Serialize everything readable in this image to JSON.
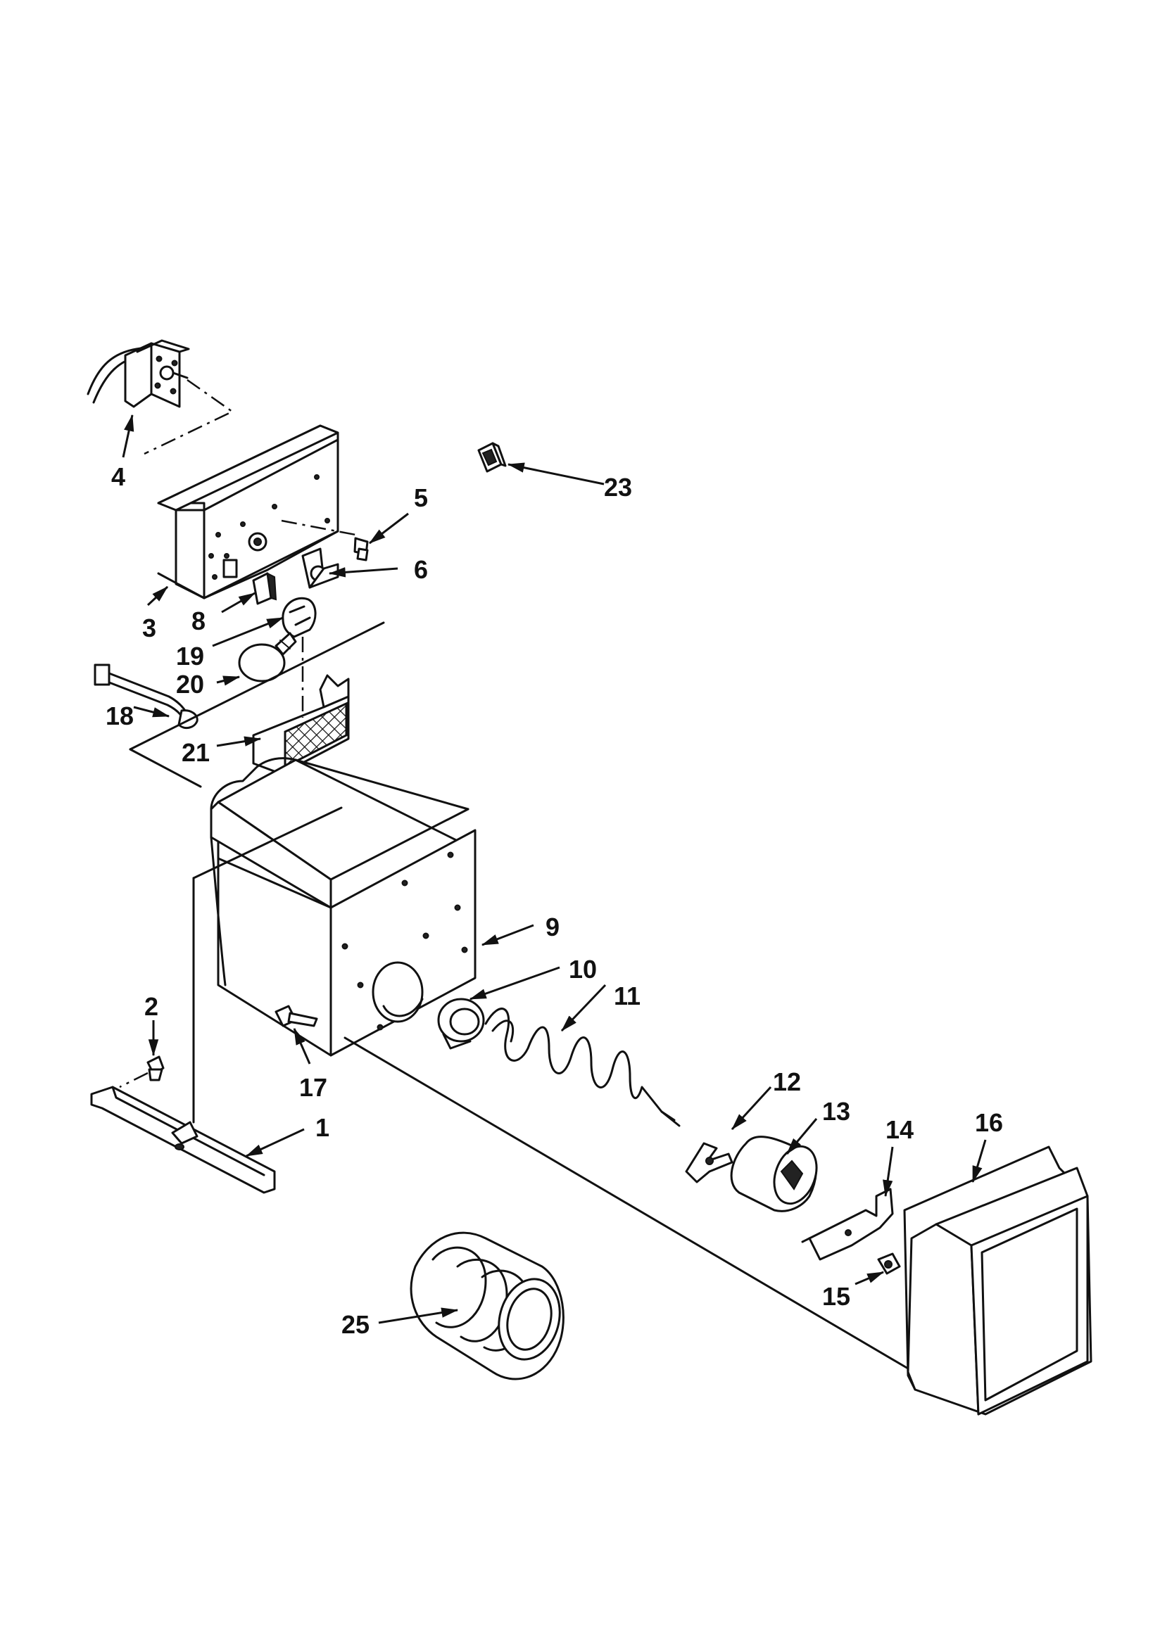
{
  "diagram": {
    "type": "exploded-parts-view",
    "colors": {
      "ink": "#111111",
      "background": "#ffffff"
    },
    "callouts": [
      {
        "id": "c1",
        "label": "1"
      },
      {
        "id": "c2",
        "label": "2"
      },
      {
        "id": "c3",
        "label": "3"
      },
      {
        "id": "c4",
        "label": "4"
      },
      {
        "id": "c5",
        "label": "5"
      },
      {
        "id": "c6",
        "label": "6"
      },
      {
        "id": "c8",
        "label": "8"
      },
      {
        "id": "c9",
        "label": "9"
      },
      {
        "id": "c10",
        "label": "10"
      },
      {
        "id": "c11",
        "label": "11"
      },
      {
        "id": "c12",
        "label": "12"
      },
      {
        "id": "c13",
        "label": "13"
      },
      {
        "id": "c14",
        "label": "14"
      },
      {
        "id": "c15",
        "label": "15"
      },
      {
        "id": "c16",
        "label": "16"
      },
      {
        "id": "c17",
        "label": "17"
      },
      {
        "id": "c18",
        "label": "18"
      },
      {
        "id": "c19",
        "label": "19"
      },
      {
        "id": "c20",
        "label": "20"
      },
      {
        "id": "c21",
        "label": "21"
      },
      {
        "id": "c23",
        "label": "23"
      },
      {
        "id": "c25",
        "label": "25"
      }
    ]
  }
}
